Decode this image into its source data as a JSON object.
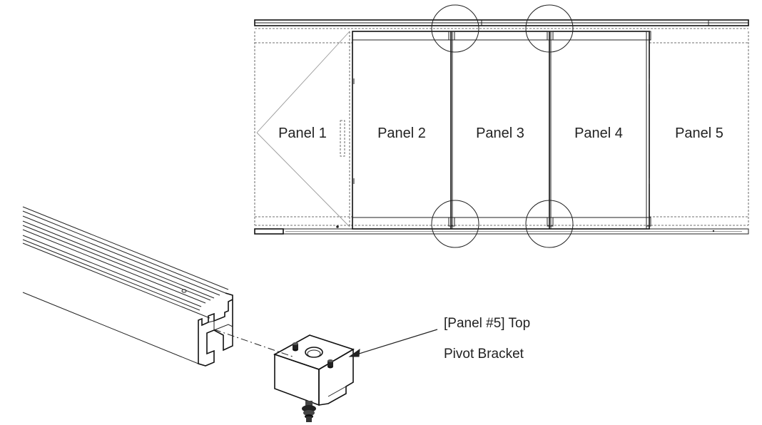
{
  "plan": {
    "panels": [
      {
        "id": "panel-1",
        "label": "Panel 1"
      },
      {
        "id": "panel-2",
        "label": "Panel 2"
      },
      {
        "id": "panel-3",
        "label": "Panel 3"
      },
      {
        "id": "panel-4",
        "label": "Panel 4"
      },
      {
        "id": "panel-5",
        "label": "Panel 5"
      }
    ]
  },
  "callout": {
    "line1": "[Panel #5] Top",
    "line2": "Pivot Bracket"
  }
}
